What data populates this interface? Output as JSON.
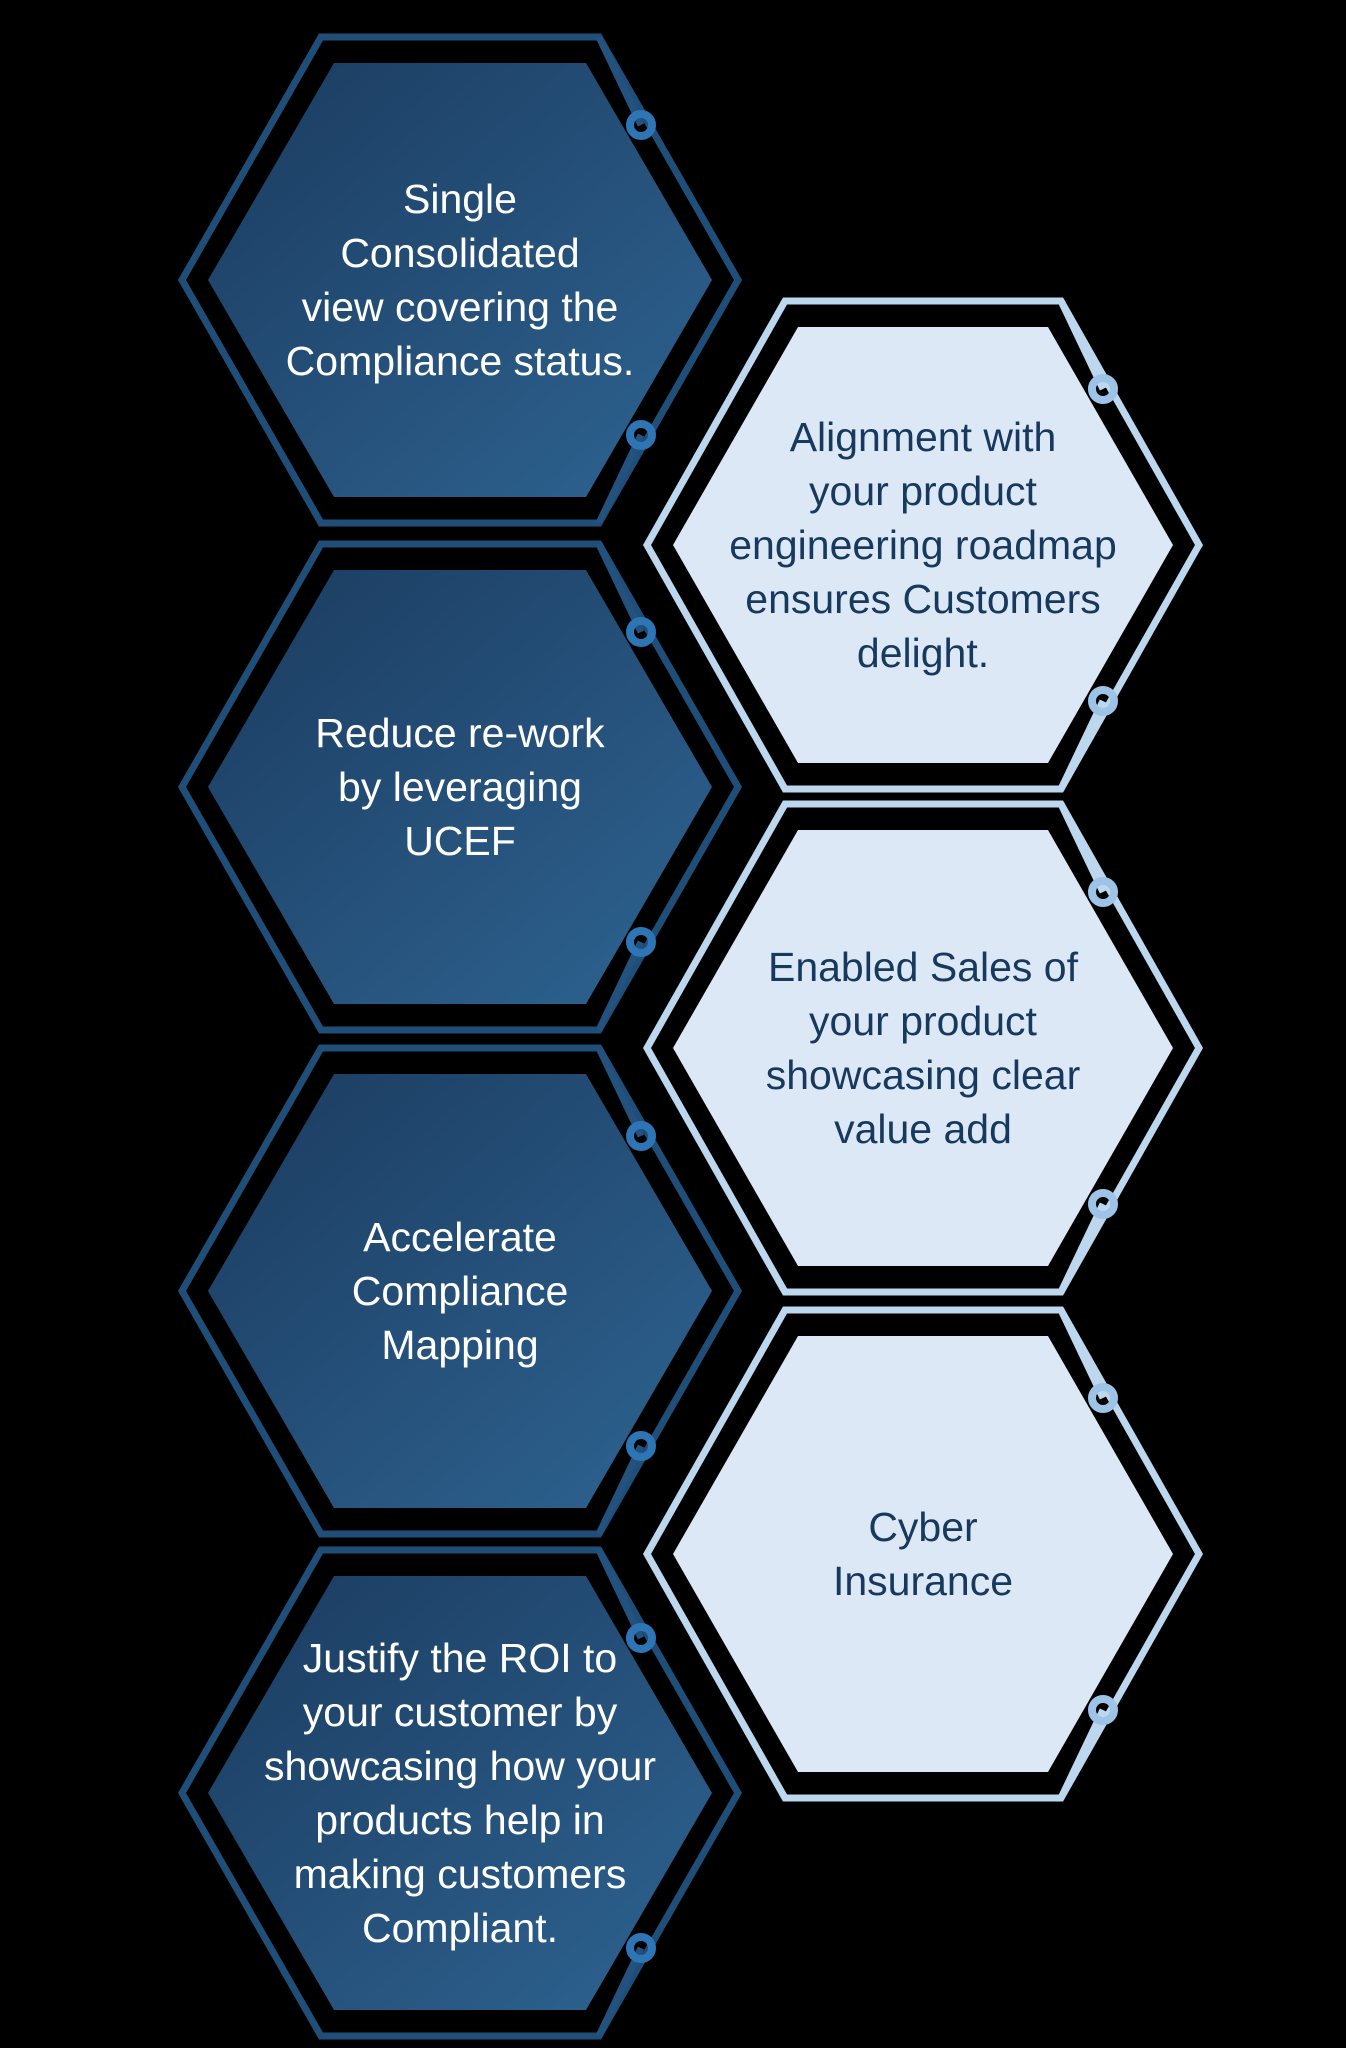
{
  "diagram": {
    "description": "Circuit-style hexagon benefits diagram on black background",
    "background_color": "#000000",
    "palette": {
      "dark_hex_gradient_start": "#1b3b5f",
      "dark_hex_gradient_end": "#2e6492",
      "dark_hex_outline": "#1f4e79",
      "dark_node_ring": "#2e75b6",
      "light_hex_fill": "#dce8f5",
      "light_hex_outline": "#bdd7ee",
      "light_node_ring": "#9dc3e6",
      "dark_hex_text": "#ffffff",
      "light_hex_text": "#17395d"
    },
    "dark_hexagons": [
      {
        "text": "Single Consolidated view covering the Compliance status.",
        "lines": [
          "Single",
          "Consolidated",
          "view covering the",
          "Compliance status."
        ]
      },
      {
        "text": "Reduce re-work by leveraging UCEF",
        "lines": [
          "Reduce re-work",
          "by leveraging",
          "UCEF"
        ]
      },
      {
        "text": "Accelerate Compliance Mapping",
        "lines": [
          "Accelerate",
          "Compliance",
          "Mapping"
        ]
      },
      {
        "text": "Justify the ROI to your customer by showcasing how your products help in making customers Compliant.",
        "lines": [
          "Justify the ROI to",
          "your customer by",
          "showcasing how your",
          "products help in",
          "making customers",
          "Compliant."
        ]
      }
    ],
    "light_hexagons": [
      {
        "text": "Alignment with your product engineering roadmap ensures Customers delight.",
        "lines": [
          "Alignment with",
          "your product",
          "engineering roadmap",
          "ensures Customers",
          "delight."
        ]
      },
      {
        "text": "Enabled Sales of your product showcasing clear value add",
        "lines": [
          "Enabled Sales of",
          "your product",
          "showcasing clear",
          "value add"
        ]
      },
      {
        "text": "Cyber Insurance",
        "lines": [
          "Cyber",
          "Insurance"
        ]
      }
    ]
  }
}
